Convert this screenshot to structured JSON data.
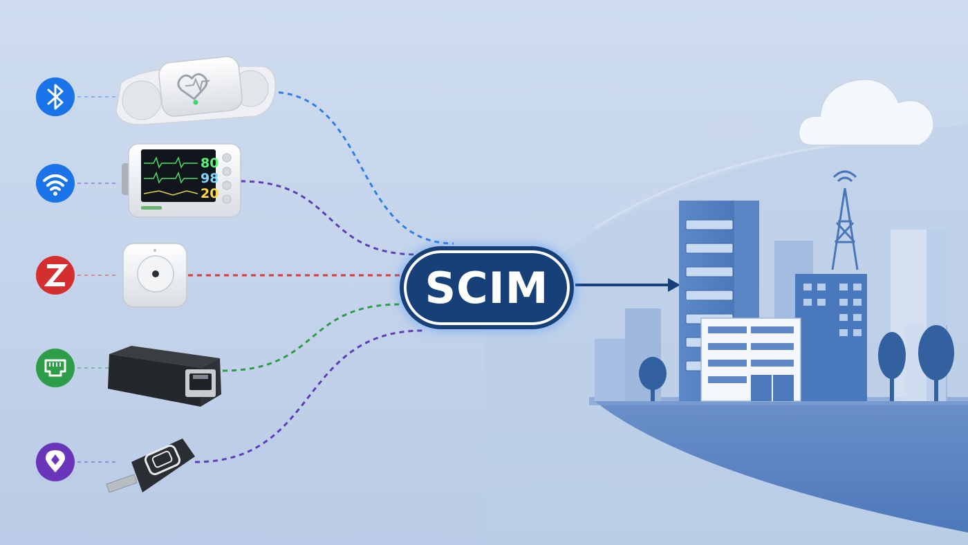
{
  "hub": {
    "label": "SCIM",
    "fill": "#173f78",
    "border": "#ffffff",
    "glow": "#3d8cff"
  },
  "background": {
    "top": "#cfdcef",
    "bottom": "#b9cbe6"
  },
  "protocols": [
    {
      "id": "bluetooth",
      "icon": "bluetooth-icon",
      "color": "#1a73e8",
      "line": "#2f7ee6",
      "device": "ecg-patch-sensor"
    },
    {
      "id": "wifi",
      "icon": "wifi-icon",
      "color": "#1a73e8",
      "line": "#5a3fb5",
      "device": "patient-monitor"
    },
    {
      "id": "zwave",
      "icon": "zwave-icon",
      "color": "#d32f2f",
      "line": "#d63b3b",
      "device": "wall-sensor"
    },
    {
      "id": "ethernet",
      "icon": "ethernet-icon",
      "color": "#2e9d48",
      "line": "#2f9a49",
      "device": "ethernet-gateway"
    },
    {
      "id": "location",
      "icon": "location-pin-icon",
      "color": "#6a35b8",
      "line": "#5d3cb8",
      "device": "usb-dongle"
    }
  ],
  "monitor_readings": [
    "80",
    "98",
    "20"
  ],
  "monitor_colors": [
    "#5cf07a",
    "#7fd6ff",
    "#ffd54a"
  ],
  "arrow_color": "#173f78",
  "city": {
    "building_color": "#4f7fc4",
    "building_light": "#7ea3d8",
    "ground_color": "#5f86c3",
    "cloud_color": "#f4f7fc"
  }
}
